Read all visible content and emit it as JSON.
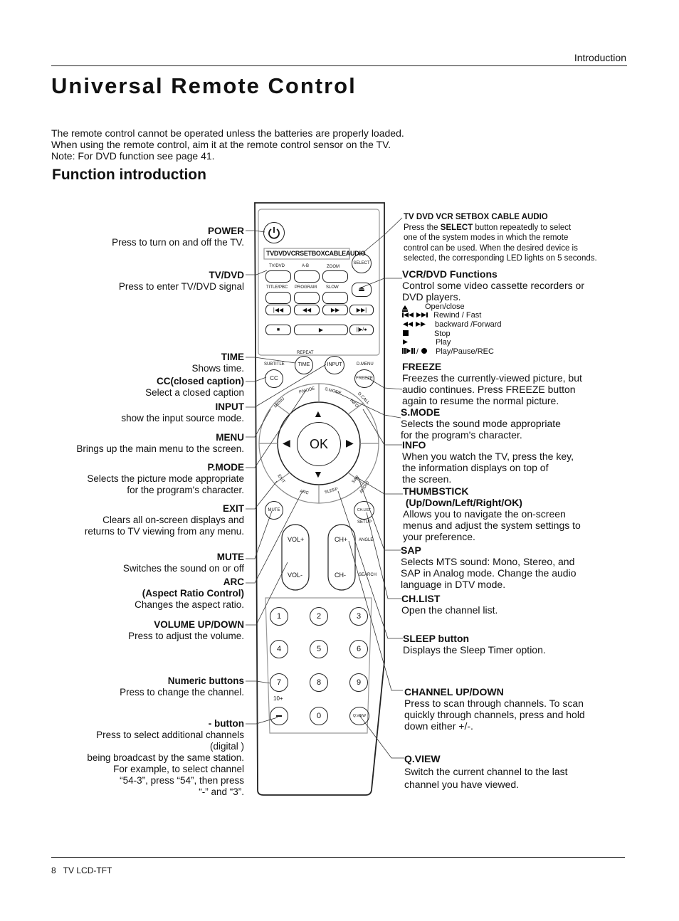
{
  "header": {
    "section": "Introduction"
  },
  "page_title": "Universal Remote Control",
  "intro_text": "The remote control cannot be operated unless the batteries are properly loaded.\nWhen using the remote control, aim it at the remote control sensor on the TV.\nNote: For DVD function see page 41.",
  "section_title": "Function introduction",
  "left_labels": [
    {
      "title": "POWER",
      "desc": "Press to turn on and off the TV."
    },
    {
      "title": "TV/DVD",
      "desc": "Press to enter TV/DVD signal"
    },
    {
      "title": "TIME",
      "desc": "Shows time."
    },
    {
      "title": "CC(closed caption)",
      "desc": "Select a closed caption"
    },
    {
      "title": "INPUT",
      "desc": "show the input source mode."
    },
    {
      "title": "MENU",
      "desc": "Brings up the main menu to the screen."
    },
    {
      "title": "P.MODE",
      "desc": "Selects the picture mode appropriate\nfor the program's character."
    },
    {
      "title": "EXIT",
      "desc": "Clears all on-screen displays and\nreturns to TV viewing from any menu."
    },
    {
      "title": "MUTE",
      "desc": "Switches the sound on or off"
    },
    {
      "title": "ARC\n(Aspect Ratio Control)",
      "desc": "Changes the aspect ratio."
    },
    {
      "title": "VOLUME UP/DOWN",
      "desc": "Press to adjust  the volume."
    },
    {
      "title": "Numeric buttons",
      "desc": "Press to change the channel."
    },
    {
      "title": "- button",
      "desc": "Press to select additional channels\n(digital )\nbeing broadcast by the same station.\nFor example, to select channel\n“54-3”, press “54”, then press\n“-” and “3”."
    }
  ],
  "right_labels": {
    "modes": {
      "title": "TV DVD VCR  SETBOX CABLE AUDIO",
      "desc_pre": "Press the ",
      "desc_bold": "SELECT",
      "desc_post": " button repeatedly to select\none of the  system modes in which the remote\ncontrol can be used. When the desired device is\nselected, the corresponding LED lights on 5 seconds."
    },
    "vcr": {
      "title": "VCR/DVD Functions",
      "desc": "Control some video cassette recorders or\nDVD players."
    },
    "vcr_items": [
      "Open/close",
      "Rewind / Fast",
      "backward /Forward",
      "Stop",
      "Play",
      "Play/Pause/REC"
    ],
    "freeze": {
      "title": "FREEZE",
      "desc": "Freezes the currently-viewed picture, but\naudio continues. Press FREEZE button\nagain to resume the normal picture."
    },
    "smode": {
      "title": "S.MODE",
      "desc": "Selects the sound mode appropriate\nfor the program's character."
    },
    "info": {
      "title": "INFO",
      "desc": "When you watch the TV, press the key,\nthe information displays on top of\nthe screen."
    },
    "thumb": {
      "title": "THUMBSTICK\n (Up/Down/Left/Right/OK)",
      "desc": "Allows you to navigate the on-screen\nmenus and adjust the system settings to\nyour preference."
    },
    "sap": {
      "title": "SAP",
      "desc": "Selects MTS sound: Mono, Stereo, and\nSAP in Analog mode. Change the audio\nlanguage in DTV mode."
    },
    "chlist": {
      "title": "CH.LIST",
      "desc": "Open the channel list."
    },
    "sleep": {
      "title": "SLEEP button",
      "desc": "Displays the Sleep Timer option."
    },
    "channel": {
      "title": "CHANNEL UP/DOWN",
      "desc": "Press  to scan through channels. To scan\nquickly through channels, press and hold\ndown either +/-."
    },
    "qview": {
      "title": "Q.VIEW",
      "desc": "Switch the current channel to the last\nchannel you have viewed."
    }
  },
  "remote": {
    "modes": [
      "TV",
      "DVD",
      "VCR",
      "SETBOX",
      "CABLE",
      "AUDIO"
    ],
    "select": "SELECT",
    "row1": [
      "TV/DVD",
      "A-B",
      "ZOOM"
    ],
    "row2": [
      "TITLE/PBC",
      "PROGRAM",
      "SLOW"
    ],
    "repeat": "REPEAT",
    "row3": [
      "SUBTITLE",
      "D.MENU"
    ],
    "cc": "CC",
    "time": "TIME",
    "input": "INPUT",
    "freeze": "FREEZE",
    "ring": [
      "MENU",
      "P.MODE",
      "S.MODE",
      "D.CALL",
      "INFO",
      "EXIT",
      "ARC",
      "SLEEP",
      "SAP",
      "AUDIO"
    ],
    "ok": "OK",
    "mute": "MUTE",
    "chlist": "CH.LIST",
    "setup": "SETUP",
    "volp": "VOL+",
    "volm": "VOL-",
    "chp": "CH+",
    "chm": "CH-",
    "angle": "ANGLE",
    "search": "SEARCH",
    "digits": [
      "1",
      "2",
      "3",
      "4",
      "5",
      "6",
      "7",
      "8",
      "9",
      "0"
    ],
    "ten": "10+",
    "qview": "Q.VIEW"
  },
  "footer": {
    "page": "8",
    "product": "TV LCD-TFT"
  }
}
